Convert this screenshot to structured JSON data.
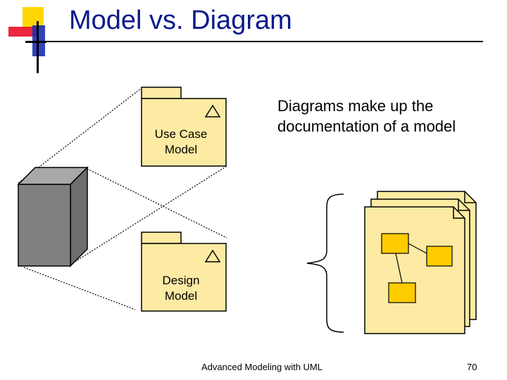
{
  "slide": {
    "title": "Model vs. Diagram",
    "caption_line1": "Diagrams make up the",
    "caption_line2": "documentation of a model",
    "footer": "Advanced Modeling with UML",
    "page_number": "70"
  },
  "packages": {
    "use_case_line1": "Use Case",
    "use_case_line2": "Model",
    "design_line1": "Design",
    "design_line2": "Model"
  },
  "colors": {
    "title": "#0a1a8a",
    "package_fill": "#fdeba3",
    "node_fill": "#808080",
    "diagram_box_fill": "#ffcc00",
    "logo_yellow": "#ffd700",
    "logo_red": "#e8001c",
    "logo_blue": "#1b2fb5"
  }
}
